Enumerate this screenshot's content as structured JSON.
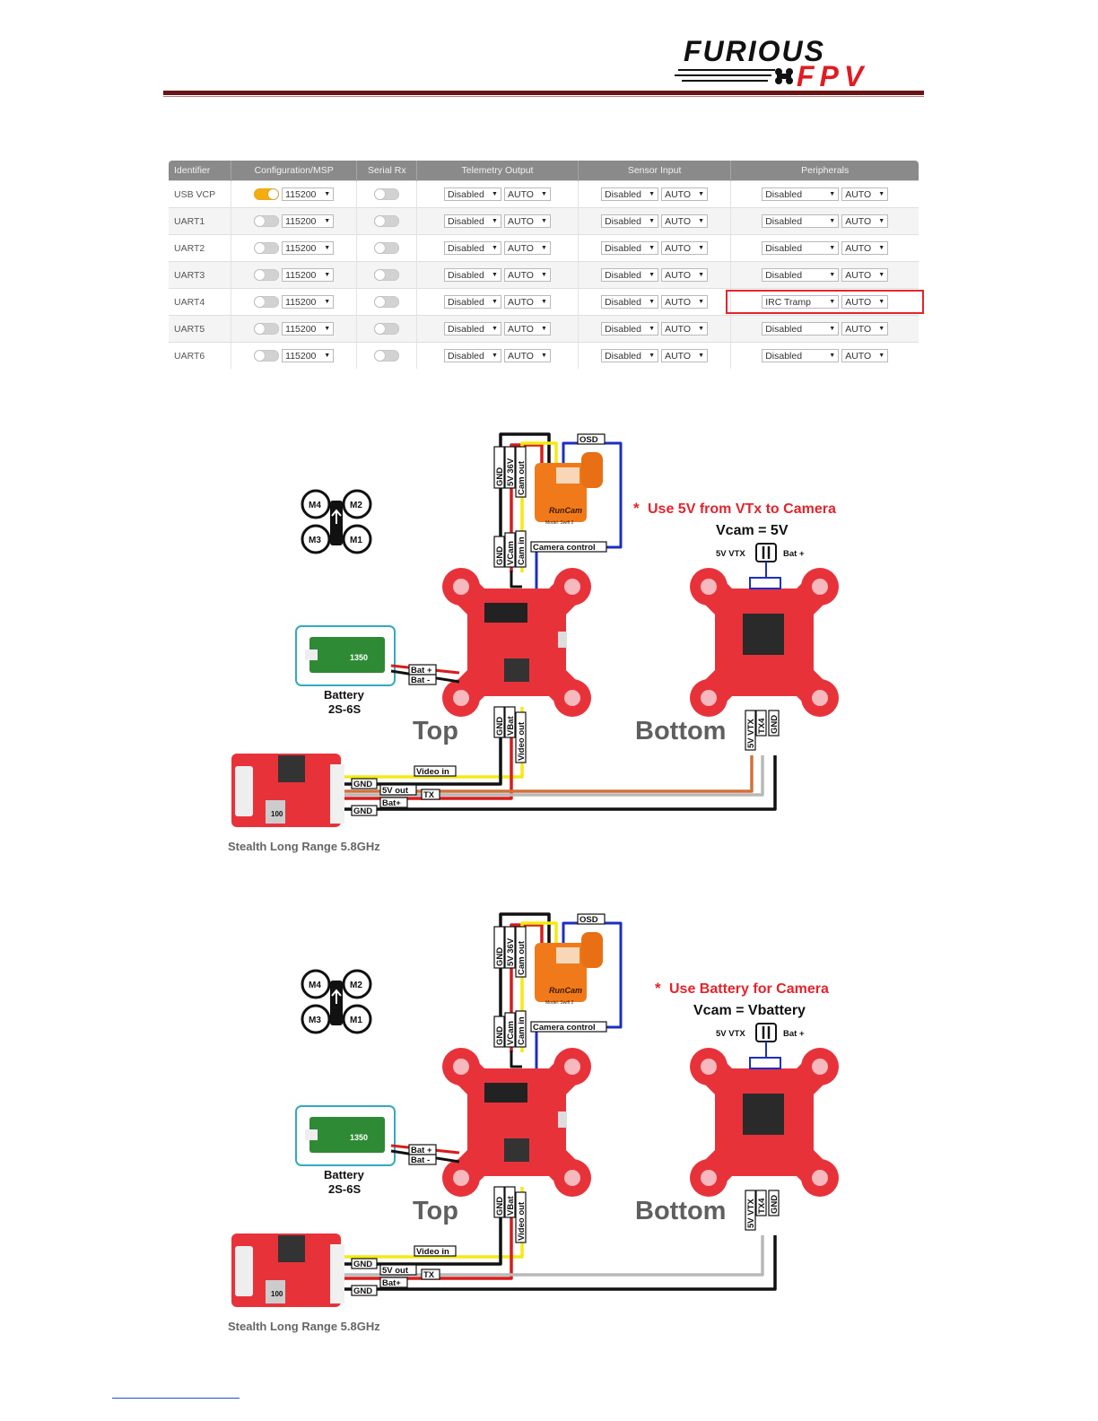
{
  "header": {
    "logo_top": "FURIOUS",
    "logo_bottom": "FPV"
  },
  "ports_table": {
    "columns": [
      "Identifier",
      "Configuration/MSP",
      "Serial Rx",
      "Telemetry Output",
      "Sensor Input",
      "Peripherals"
    ],
    "rows": [
      {
        "id": "USB VCP",
        "msp": true,
        "baud": "115200",
        "rx": false,
        "tel": "Disabled",
        "tel_rate": "AUTO",
        "sens": "Disabled",
        "sens_rate": "AUTO",
        "per": "Disabled",
        "per_rate": "AUTO"
      },
      {
        "id": "UART1",
        "msp": false,
        "baud": "115200",
        "rx": false,
        "tel": "Disabled",
        "tel_rate": "AUTO",
        "sens": "Disabled",
        "sens_rate": "AUTO",
        "per": "Disabled",
        "per_rate": "AUTO"
      },
      {
        "id": "UART2",
        "msp": false,
        "baud": "115200",
        "rx": false,
        "tel": "Disabled",
        "tel_rate": "AUTO",
        "sens": "Disabled",
        "sens_rate": "AUTO",
        "per": "Disabled",
        "per_rate": "AUTO"
      },
      {
        "id": "UART3",
        "msp": false,
        "baud": "115200",
        "rx": false,
        "tel": "Disabled",
        "tel_rate": "AUTO",
        "sens": "Disabled",
        "sens_rate": "AUTO",
        "per": "Disabled",
        "per_rate": "AUTO"
      },
      {
        "id": "UART4",
        "msp": false,
        "baud": "115200",
        "rx": false,
        "tel": "Disabled",
        "tel_rate": "AUTO",
        "sens": "Disabled",
        "sens_rate": "AUTO",
        "per": "IRC Tramp",
        "per_rate": "AUTO",
        "highlight": true
      },
      {
        "id": "UART5",
        "msp": false,
        "baud": "115200",
        "rx": false,
        "tel": "Disabled",
        "tel_rate": "AUTO",
        "sens": "Disabled",
        "sens_rate": "AUTO",
        "per": "Disabled",
        "per_rate": "AUTO"
      },
      {
        "id": "UART6",
        "msp": false,
        "baud": "115200",
        "rx": false,
        "tel": "Disabled",
        "tel_rate": "AUTO",
        "sens": "Disabled",
        "sens_rate": "AUTO",
        "per": "Disabled",
        "per_rate": "AUTO"
      }
    ],
    "highlight_color": "#e3242b",
    "toggle_on_color": "#f4ad0c"
  },
  "diagram_labels": {
    "motors": [
      "M4",
      "M2",
      "M3",
      "M1"
    ],
    "camera_pins": [
      "GND",
      "5V 36V",
      "Cam out"
    ],
    "fc_cam_pins": [
      "GND",
      "VCam",
      "Cam in"
    ],
    "osd": "OSD",
    "camera_control": "Camera control",
    "camera_brand": "RunCam",
    "camera_model": "Model: Swift 2",
    "battery_pads": [
      "Bat +",
      "Bat -"
    ],
    "battery_label": "Battery",
    "battery_range": "2S-6S",
    "battery_capacity": "1350",
    "top": "Top",
    "bottom": "Bottom",
    "fc_vtx_pins": [
      "GND",
      "VBat",
      "Video out"
    ],
    "bottom_pins": [
      "5V VTX",
      "TX4",
      "GND"
    ],
    "jumper_left": "5V VTX",
    "jumper_right": "Bat +",
    "vtx_wires": [
      "Video in",
      "GND",
      "5V out",
      "TX",
      "Bat+",
      "GND"
    ],
    "vtx_name": "Stealth Long Range 5.8GHz",
    "vtx_chip": "100"
  },
  "diagrams": [
    {
      "note": "Use 5V from VTx to Camera",
      "vcam": "Vcam = 5V",
      "mode": "5v"
    },
    {
      "note": "Use Battery for Camera",
      "vcam": "Vcam = Vbattery",
      "mode": "bat"
    }
  ],
  "colors": {
    "accent_red": "#e3242b",
    "board_red": "#e8323a",
    "wire_black": "#111111",
    "wire_red": "#d81c1c",
    "wire_yellow": "#f4ea12",
    "wire_blue": "#1b2fc2",
    "wire_orange": "#d2703a",
    "wire_gray": "#b8b8b8",
    "camera_orange": "#f07a1a",
    "logo_red": "#e01b22"
  }
}
